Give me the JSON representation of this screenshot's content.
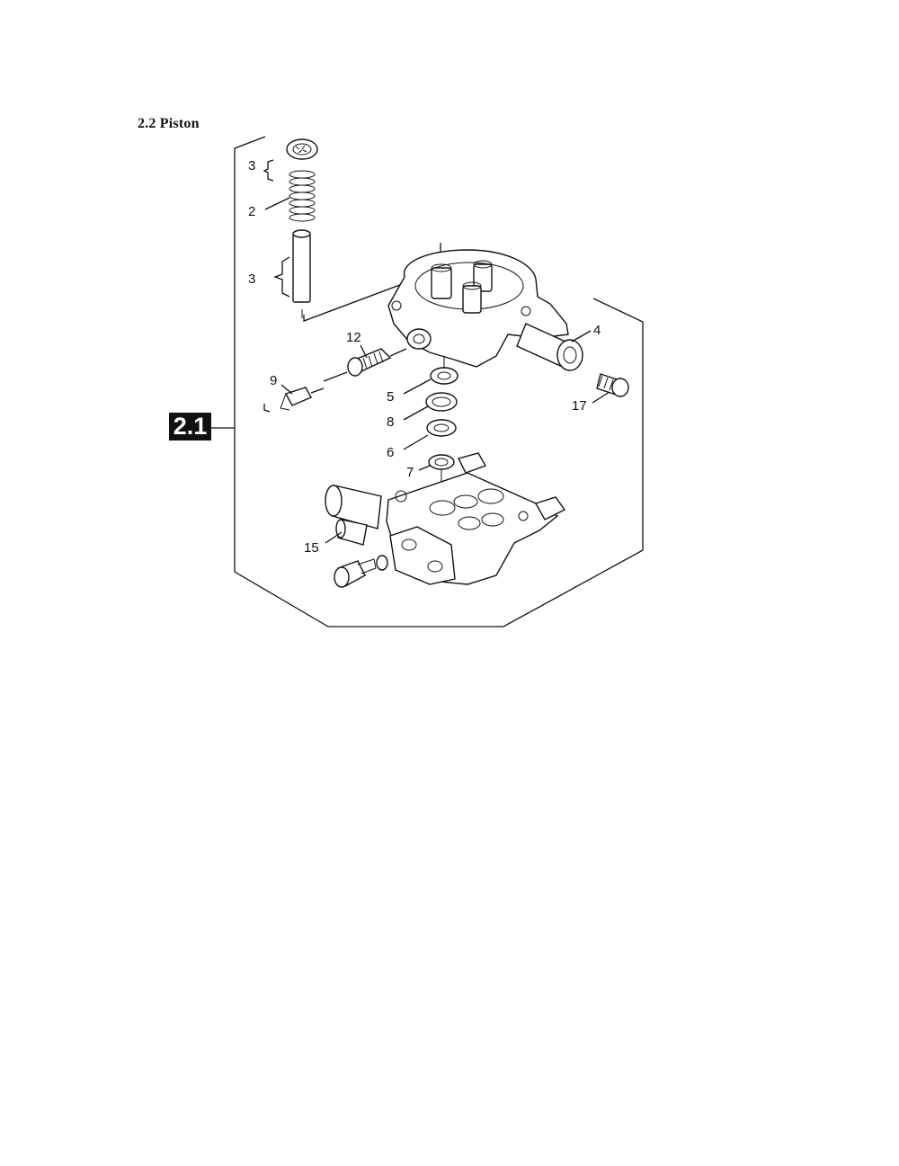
{
  "section_title": "2.2 Piston",
  "reference_badge": "2.1",
  "colors": {
    "ink": "#111111",
    "badge_bg": "#111111",
    "badge_text": "#ffffff",
    "paper": "#ffffff"
  },
  "callouts": {
    "c3_top": "3",
    "c2": "2",
    "c3_pin": "3",
    "c12": "12",
    "c9": "9",
    "c4": "4",
    "c17": "17",
    "c5": "5",
    "c8": "8",
    "c6": "6",
    "c7": "7",
    "c15": "15"
  }
}
